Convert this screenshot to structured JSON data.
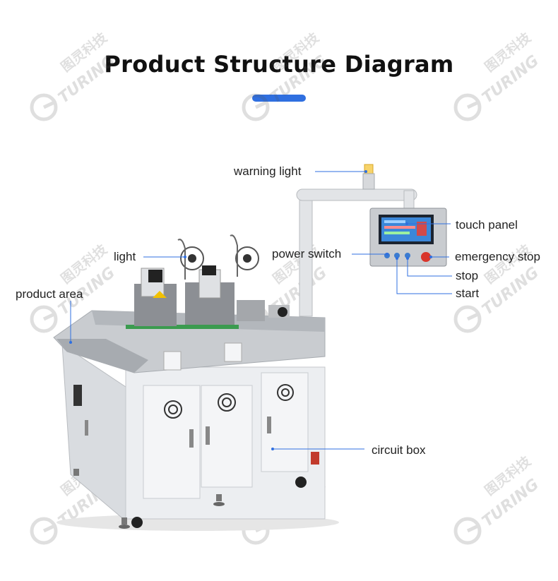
{
  "header": {
    "title": "Product Structure Diagram",
    "accent_color": "#2f6fe0"
  },
  "watermark": {
    "brand_cn": "图灵科技",
    "brand_en": "TURING"
  },
  "labels": {
    "warning_light": "warning light",
    "touch_panel": "touch panel",
    "light": "light",
    "power_switch": "power switch",
    "emergency_stop": "emergency stop",
    "stop": "stop",
    "product_area": "product area",
    "start": "start",
    "circuit_box": "circuit box"
  },
  "colors": {
    "leader_line": "#2f6fe0",
    "machine_body": "#e9ebee",
    "steel": "#b9bcc0",
    "screen": "#3b87d9",
    "estop": "#d9352b"
  }
}
